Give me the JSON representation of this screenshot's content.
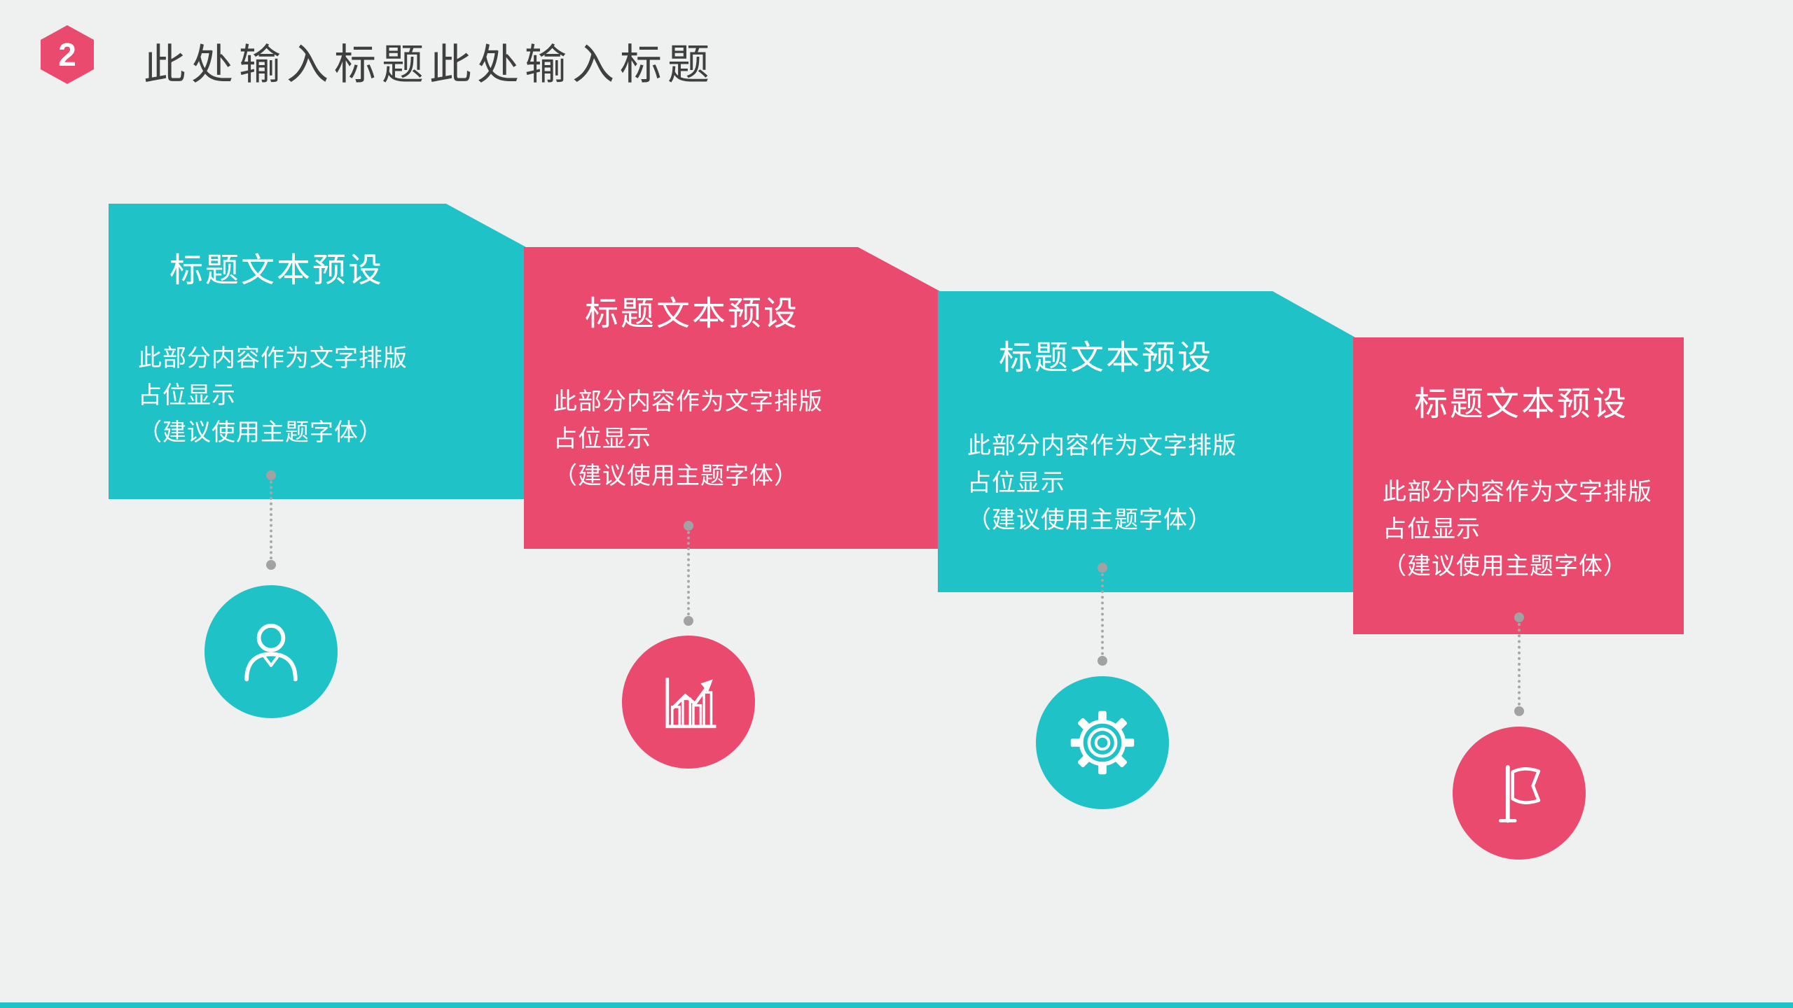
{
  "header": {
    "badge": "2",
    "title": "此处输入标题此处输入标题"
  },
  "cards": [
    {
      "title": "标题文本预设",
      "body": [
        "此部分内容作为文字排版",
        "占位显示",
        "（建议使用主题字体）"
      ],
      "color": "#1fc2c6",
      "icon": "person-icon"
    },
    {
      "title": "标题文本预设",
      "body": [
        "此部分内容作为文字排版",
        "占位显示",
        "（建议使用主题字体）"
      ],
      "color": "#ea4a6e",
      "icon": "chart-icon"
    },
    {
      "title": "标题文本预设",
      "body": [
        "此部分内容作为文字排版",
        "占位显示",
        "（建议使用主题字体）"
      ],
      "color": "#1fc2c6",
      "icon": "gear-icon"
    },
    {
      "title": "标题文本预设",
      "body": [
        "此部分内容作为文字排版",
        "占位显示",
        "（建议使用主题字体）"
      ],
      "color": "#ea4a6e",
      "icon": "flag-icon"
    }
  ],
  "colors": {
    "teal": "#1fc2c6",
    "pink": "#ea4a6e",
    "background": "#eef1f0",
    "heading_text": "#3f3f3f",
    "connector": "#a8a8a8",
    "card_text": "#ffffff"
  }
}
